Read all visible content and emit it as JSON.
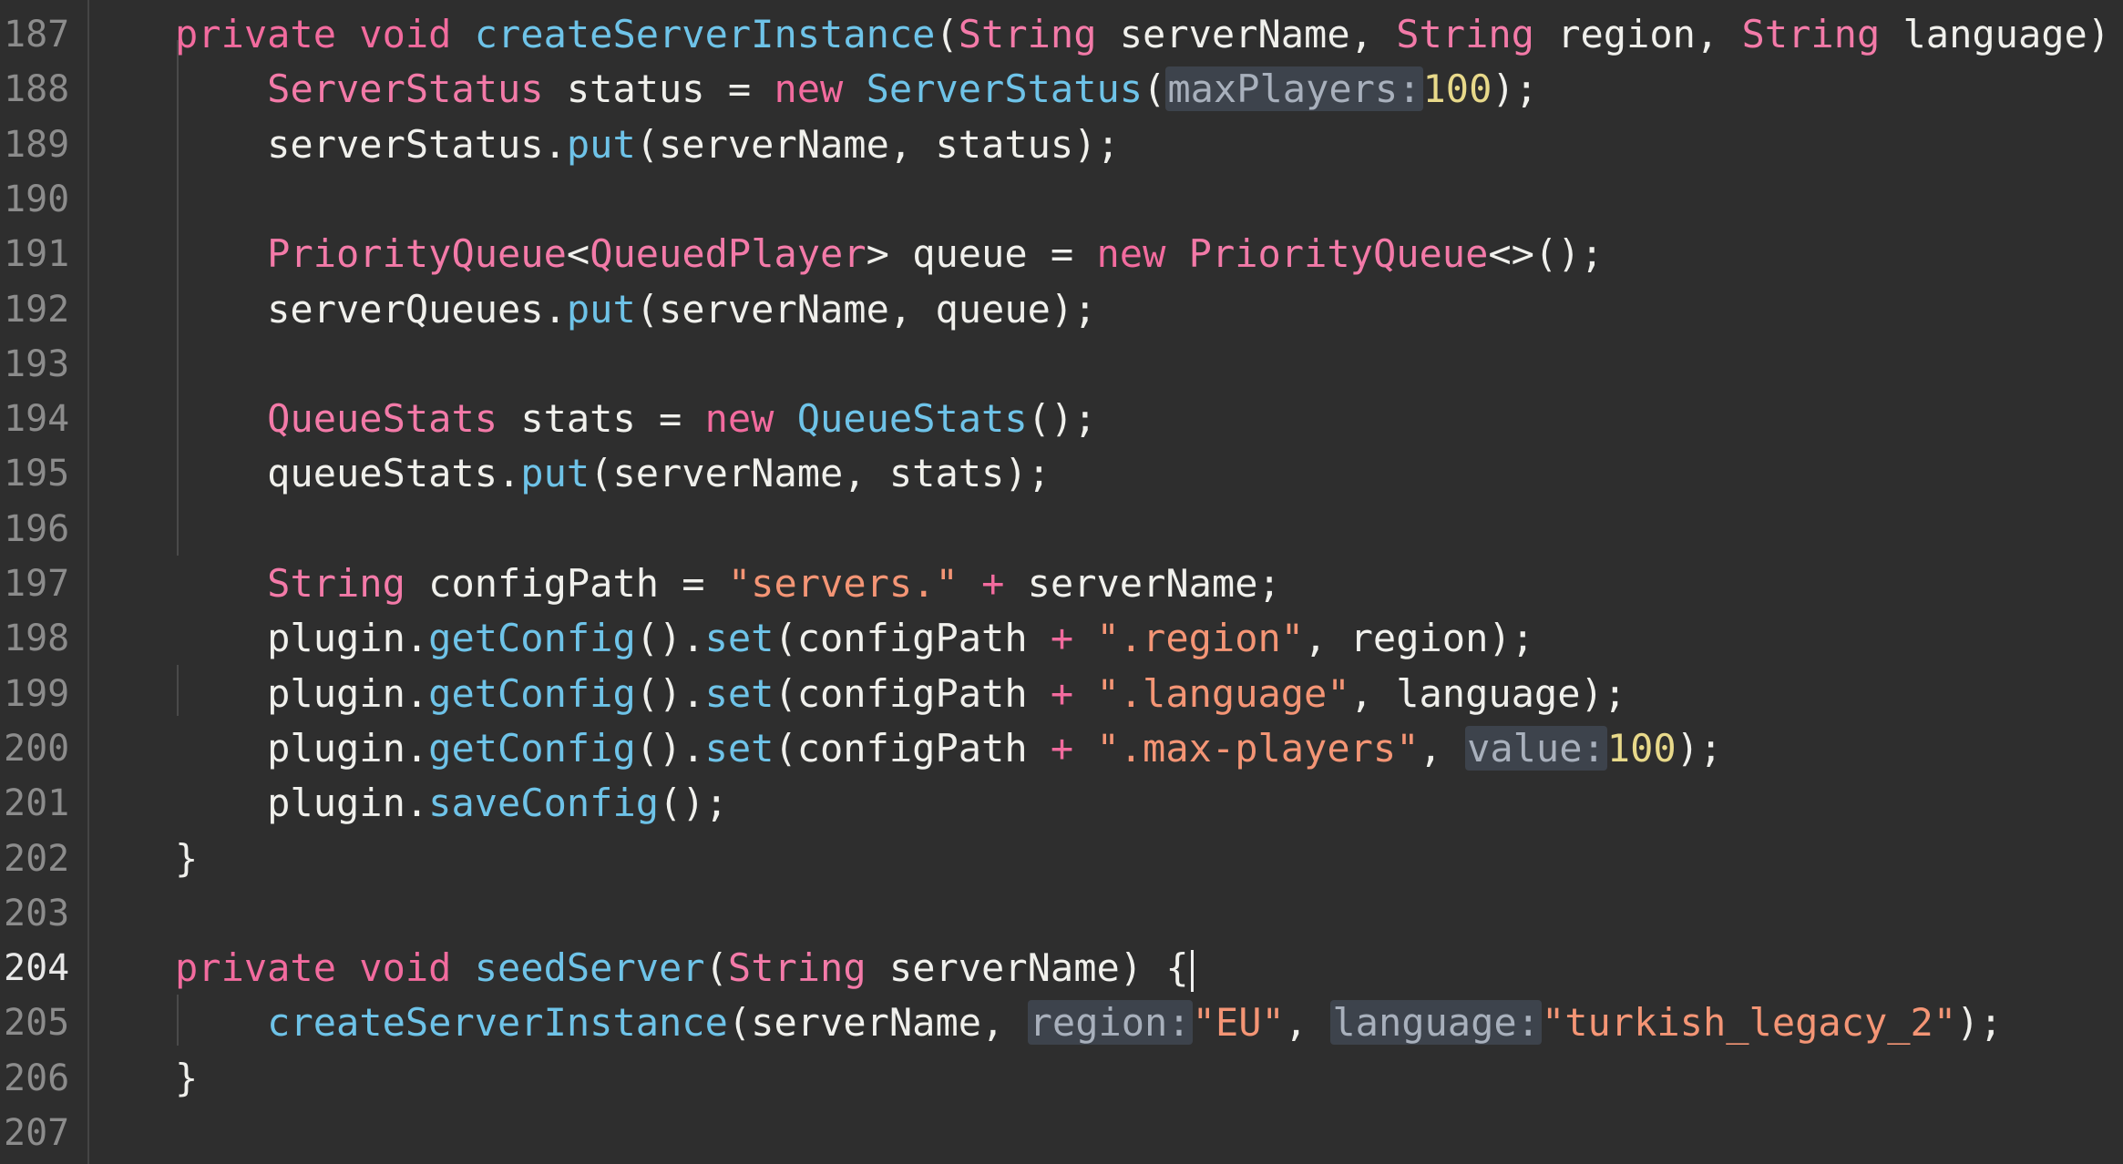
{
  "editor": {
    "active_line": 204,
    "colors": {
      "background": "#2e2e2e",
      "keyword": "#f26b9e",
      "function": "#6ec3e8",
      "string": "#f49575",
      "number": "#e8d98a",
      "hint_background": "#3d434c"
    },
    "lines": [
      {
        "number": "187",
        "tokens": [
          {
            "t": "private void ",
            "c": "kw"
          },
          {
            "t": "createServerInstance",
            "c": "fn"
          },
          {
            "t": "(",
            "c": ""
          },
          {
            "t": "String",
            "c": "ty"
          },
          {
            "t": " serverName, ",
            "c": ""
          },
          {
            "t": "String",
            "c": "ty"
          },
          {
            "t": " region, ",
            "c": ""
          },
          {
            "t": "String",
            "c": "ty"
          },
          {
            "t": " language) {",
            "c": ""
          }
        ]
      },
      {
        "number": "188",
        "tokens": [
          {
            "t": "    ",
            "c": ""
          },
          {
            "t": "ServerStatus",
            "c": "ty"
          },
          {
            "t": " status = ",
            "c": ""
          },
          {
            "t": "new",
            "c": "kw"
          },
          {
            "t": " ",
            "c": ""
          },
          {
            "t": "ServerStatus",
            "c": "fn"
          },
          {
            "t": "(",
            "c": ""
          },
          {
            "t": "maxPlayers:",
            "c": "hint"
          },
          {
            "t": "100",
            "c": "num"
          },
          {
            "t": ");",
            "c": ""
          }
        ]
      },
      {
        "number": "189",
        "tokens": [
          {
            "t": "    serverStatus.",
            "c": ""
          },
          {
            "t": "put",
            "c": "fn"
          },
          {
            "t": "(serverName, status);",
            "c": ""
          }
        ]
      },
      {
        "number": "190",
        "tokens": []
      },
      {
        "number": "191",
        "tokens": [
          {
            "t": "    ",
            "c": ""
          },
          {
            "t": "PriorityQueue",
            "c": "ty"
          },
          {
            "t": "<",
            "c": ""
          },
          {
            "t": "QueuedPlayer",
            "c": "ty"
          },
          {
            "t": "> queue = ",
            "c": ""
          },
          {
            "t": "new",
            "c": "kw"
          },
          {
            "t": " ",
            "c": ""
          },
          {
            "t": "PriorityQueue",
            "c": "ty"
          },
          {
            "t": "<>();",
            "c": ""
          }
        ]
      },
      {
        "number": "192",
        "tokens": [
          {
            "t": "    serverQueues.",
            "c": ""
          },
          {
            "t": "put",
            "c": "fn"
          },
          {
            "t": "(serverName, queue);",
            "c": ""
          }
        ]
      },
      {
        "number": "193",
        "tokens": []
      },
      {
        "number": "194",
        "tokens": [
          {
            "t": "    ",
            "c": ""
          },
          {
            "t": "QueueStats",
            "c": "ty"
          },
          {
            "t": " stats = ",
            "c": ""
          },
          {
            "t": "new",
            "c": "kw"
          },
          {
            "t": " ",
            "c": ""
          },
          {
            "t": "QueueStats",
            "c": "fn"
          },
          {
            "t": "();",
            "c": ""
          }
        ]
      },
      {
        "number": "195",
        "tokens": [
          {
            "t": "    queueStats.",
            "c": ""
          },
          {
            "t": "put",
            "c": "fn"
          },
          {
            "t": "(serverName, stats);",
            "c": ""
          }
        ]
      },
      {
        "number": "196",
        "tokens": []
      },
      {
        "number": "197",
        "tokens": [
          {
            "t": "    ",
            "c": ""
          },
          {
            "t": "String",
            "c": "ty"
          },
          {
            "t": " configPath = ",
            "c": ""
          },
          {
            "t": "\"servers.\"",
            "c": "str"
          },
          {
            "t": " ",
            "c": ""
          },
          {
            "t": "+",
            "c": "op"
          },
          {
            "t": " serverName;",
            "c": ""
          }
        ]
      },
      {
        "number": "198",
        "tokens": [
          {
            "t": "    plugin.",
            "c": ""
          },
          {
            "t": "getConfig",
            "c": "fn"
          },
          {
            "t": "().",
            "c": ""
          },
          {
            "t": "set",
            "c": "fn"
          },
          {
            "t": "(configPath ",
            "c": ""
          },
          {
            "t": "+",
            "c": "op"
          },
          {
            "t": " ",
            "c": ""
          },
          {
            "t": "\".region\"",
            "c": "str"
          },
          {
            "t": ", region);",
            "c": ""
          }
        ]
      },
      {
        "number": "199",
        "tokens": [
          {
            "t": "    plugin.",
            "c": ""
          },
          {
            "t": "getConfig",
            "c": "fn"
          },
          {
            "t": "().",
            "c": ""
          },
          {
            "t": "set",
            "c": "fn"
          },
          {
            "t": "(configPath ",
            "c": ""
          },
          {
            "t": "+",
            "c": "op"
          },
          {
            "t": " ",
            "c": ""
          },
          {
            "t": "\".language\"",
            "c": "str"
          },
          {
            "t": ", language);",
            "c": ""
          }
        ]
      },
      {
        "number": "200",
        "tokens": [
          {
            "t": "    plugin.",
            "c": ""
          },
          {
            "t": "getConfig",
            "c": "fn"
          },
          {
            "t": "().",
            "c": ""
          },
          {
            "t": "set",
            "c": "fn"
          },
          {
            "t": "(configPath ",
            "c": ""
          },
          {
            "t": "+",
            "c": "op"
          },
          {
            "t": " ",
            "c": ""
          },
          {
            "t": "\".max-players\"",
            "c": "str"
          },
          {
            "t": ", ",
            "c": ""
          },
          {
            "t": "value:",
            "c": "hint"
          },
          {
            "t": "100",
            "c": "num"
          },
          {
            "t": ");",
            "c": ""
          }
        ]
      },
      {
        "number": "201",
        "tokens": [
          {
            "t": "    plugin.",
            "c": ""
          },
          {
            "t": "saveConfig",
            "c": "fn"
          },
          {
            "t": "();",
            "c": ""
          }
        ]
      },
      {
        "number": "202",
        "tokens": [
          {
            "t": "}",
            "c": ""
          }
        ]
      },
      {
        "number": "203",
        "tokens": []
      },
      {
        "number": "204",
        "tokens": [
          {
            "t": "private void ",
            "c": "kw"
          },
          {
            "t": "seedServer",
            "c": "fn"
          },
          {
            "t": "(",
            "c": ""
          },
          {
            "t": "String",
            "c": "ty"
          },
          {
            "t": " serverName) {",
            "c": ""
          }
        ],
        "caret": true
      },
      {
        "number": "205",
        "tokens": [
          {
            "t": "    ",
            "c": ""
          },
          {
            "t": "createServerInstance",
            "c": "fn"
          },
          {
            "t": "(serverName, ",
            "c": ""
          },
          {
            "t": "region:",
            "c": "hint"
          },
          {
            "t": "\"EU\"",
            "c": "str"
          },
          {
            "t": ", ",
            "c": ""
          },
          {
            "t": "language:",
            "c": "hint"
          },
          {
            "t": "\"turkish_legacy_2\"",
            "c": "str"
          },
          {
            "t": ");",
            "c": ""
          }
        ]
      },
      {
        "number": "206",
        "tokens": [
          {
            "t": "}",
            "c": ""
          }
        ]
      },
      {
        "number": "207",
        "tokens": []
      }
    ]
  }
}
